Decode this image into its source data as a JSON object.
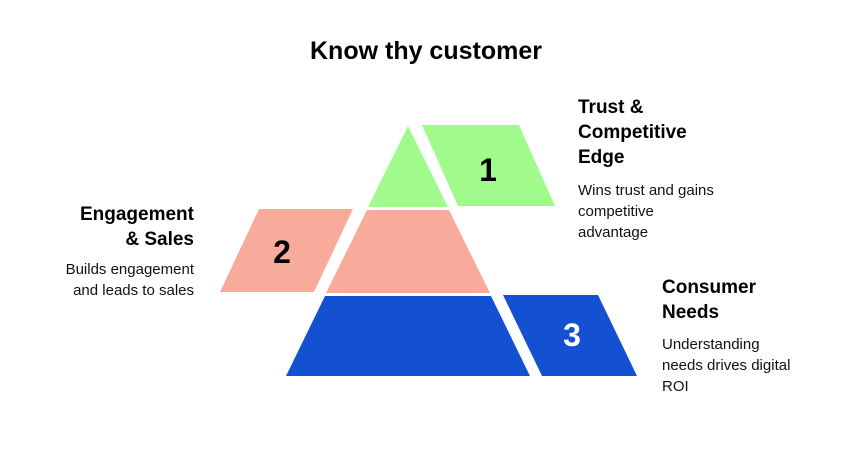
{
  "title": "Know thy customer",
  "pyramid": {
    "levels": [
      {
        "number": "1",
        "side": "right",
        "color": "#a0fa8c",
        "number_color": "#000000",
        "heading": "Trust &\nCompetitive\nEdge",
        "description": "Wins trust and gains\ncompetitive\nadvantage"
      },
      {
        "number": "2",
        "side": "left",
        "color": "#f8ab9b",
        "number_color": "#000000",
        "heading": "Engagement\n& Sales",
        "description": "Builds engagement\nand leads to sales"
      },
      {
        "number": "3",
        "side": "right",
        "color": "#1451d2",
        "number_color": "#ffffff",
        "heading": "Consumer\nNeeds",
        "description": "Understanding\nneeds drives digital\nROI"
      }
    ]
  }
}
